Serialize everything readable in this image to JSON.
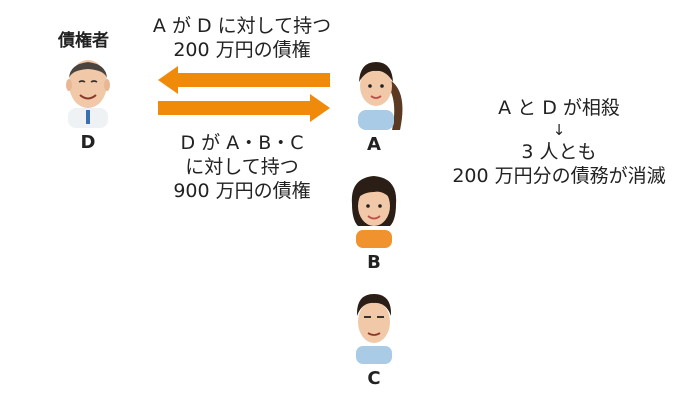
{
  "creditor_title": "債権者",
  "people": {
    "D": {
      "label": "D"
    },
    "A": {
      "label": "A"
    },
    "B": {
      "label": "B"
    },
    "C": {
      "label": "C"
    }
  },
  "arrow_left_text": [
    "A が D に対して持つ",
    "200 万円の債権"
  ],
  "arrow_right_text": [
    "D が A・B・C",
    "に対して持つ",
    "900 万円の債権"
  ],
  "offset_note": {
    "line1": "A と D が相殺",
    "arrow": "↓",
    "line2": "3 人とも",
    "line3": "200 万円分の債務が消滅"
  },
  "colors": {
    "arrow": "#f08a0b",
    "skin": "#f2c9a8",
    "hair_dark": "#2a1e16",
    "hair_brown": "#5a3a22",
    "shirt_blue": "#a9cbe6",
    "shirt_orange": "#f0922e",
    "shirt_white": "#eef2f5",
    "tie_blue": "#3a6fb0"
  }
}
